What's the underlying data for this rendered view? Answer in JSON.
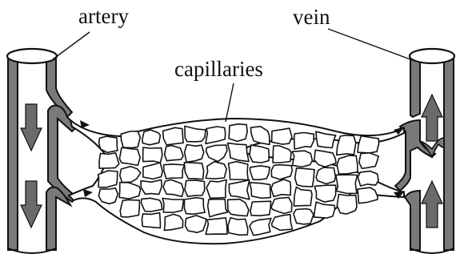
{
  "labels": {
    "artery": "artery",
    "vein": "vein",
    "capillaries": "capillaries"
  },
  "colors": {
    "ink": "#111111",
    "vessel_wall": "#7a7a7a",
    "arrow": "#6b6b6b",
    "background": "#ffffff"
  },
  "icons": {
    "artery_flow": "arrow-down-icon",
    "vein_flow": "arrow-up-icon",
    "vein_valve": "valve-icon"
  }
}
